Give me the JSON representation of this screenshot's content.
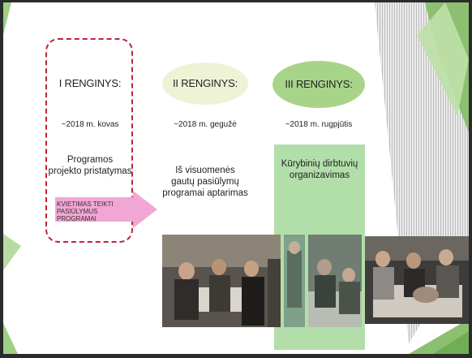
{
  "events": [
    {
      "title": "I RENGINYS:",
      "date": "~2018 m. kovas",
      "description_lines": [
        "Programos",
        "projekto pristatymas"
      ],
      "callout_lines": [
        "KVIETIMAS TEIKTI",
        "PASIŪLYMUS PROGRAMAI"
      ]
    },
    {
      "title": "II RENGINYS:",
      "date": "~2018 m. gegužė",
      "description_lines": [
        "Iš visuomenės",
        "gautų pasiūlymų",
        "programai aptarimas"
      ]
    },
    {
      "title": "III RENGINYS:",
      "date": "~2018 m. rugpjūtis",
      "description_lines": [
        "Kūrybinių dirbtuvių",
        "organizavimas"
      ]
    }
  ],
  "colors": {
    "dashed_border": "#c0243c",
    "callout_arrow": "#f2a6d4",
    "oval_light": "#eef3d6",
    "oval_green": "#a8d48a",
    "panel_green": "#a5d89a",
    "deco_green": "#8cc070"
  }
}
